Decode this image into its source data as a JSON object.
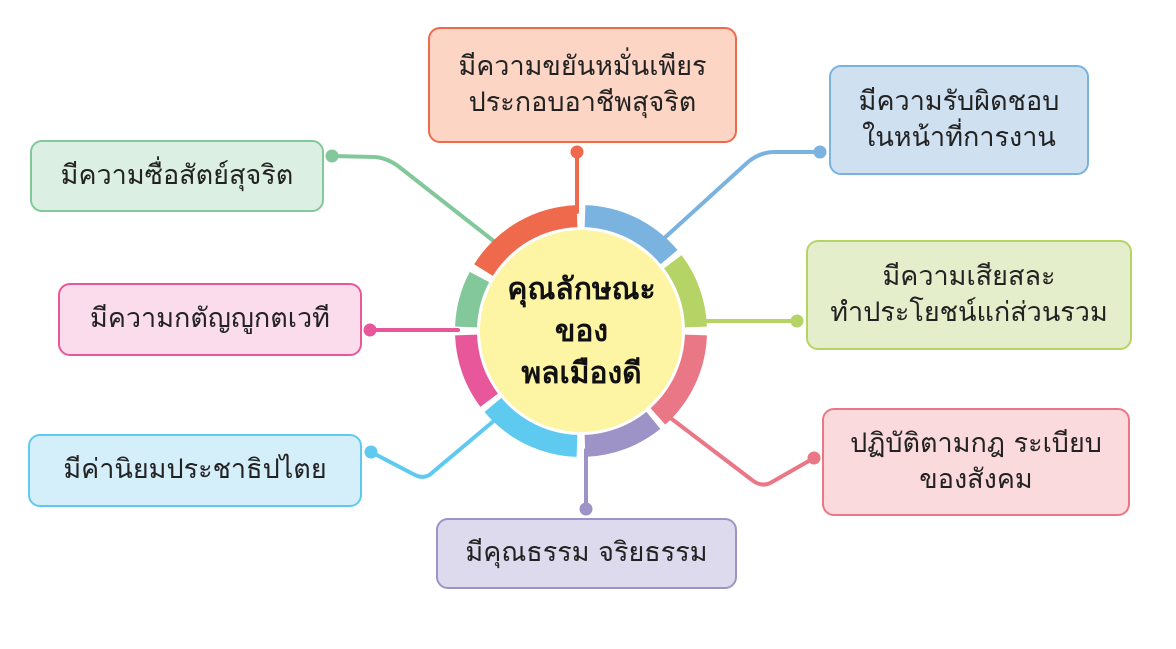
{
  "center": {
    "title": "คุณลักษณะ\nของ\nพลเมืองดี",
    "fill": "#fdf5a3"
  },
  "nodes": [
    {
      "id": "diligent",
      "text": "มีความขยันหมั่นเพียร\nประกอบอาชีพสุจริต",
      "color": "#ef6a4c",
      "fill": "#fcd5c4"
    },
    {
      "id": "responsible",
      "text": "มีความรับผิดชอบ\nในหน้าที่การงาน",
      "color": "#7ab2e0",
      "fill": "#cfe0f1"
    },
    {
      "id": "sacrifice",
      "text": "มีความเสียสละ\nทำประโยชน์แก่ส่วนรวม",
      "color": "#b5d465",
      "fill": "#e4eecb"
    },
    {
      "id": "rules",
      "text": "ปฏิบัติตามกฎ ระเบียบ\nของสังคม",
      "color": "#ea7786",
      "fill": "#fbdadd"
    },
    {
      "id": "morality",
      "text": "มีคุณธรรม จริยธรรม",
      "color": "#9d93c7",
      "fill": "#dcdaec"
    },
    {
      "id": "democracy",
      "text": "มีค่านิยมประชาธิปไตย",
      "color": "#5fcaf0",
      "fill": "#d4eefa"
    },
    {
      "id": "gratitude",
      "text": "มีความกตัญญูกตเวที",
      "color": "#e9579b",
      "fill": "#fbdcec"
    },
    {
      "id": "honest",
      "text": "มีความซื่อสัตย์สุจริต",
      "color": "#82c89b",
      "fill": "#dcefe3"
    }
  ]
}
